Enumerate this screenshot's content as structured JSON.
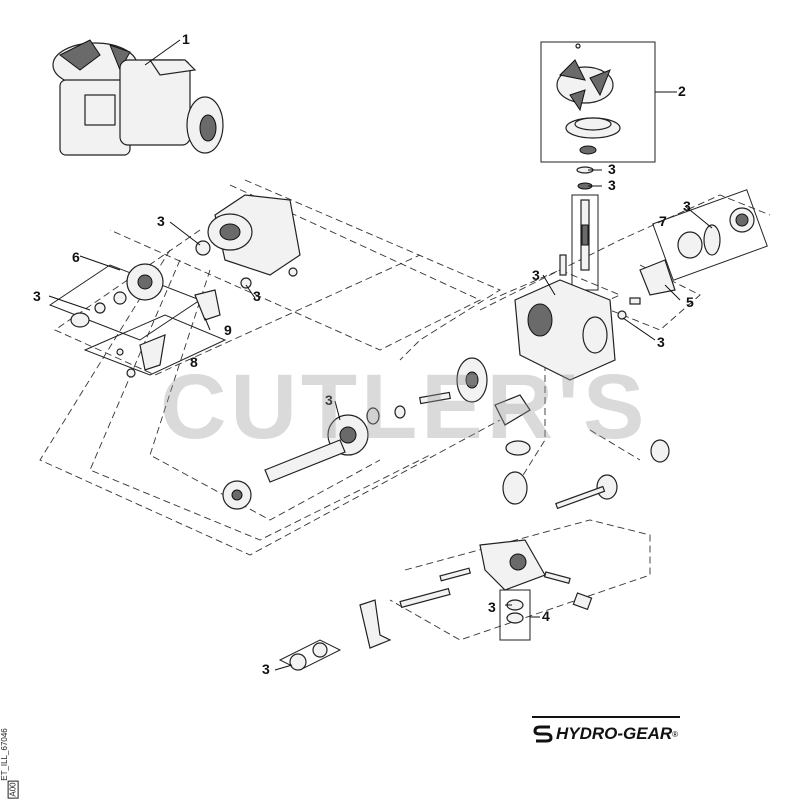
{
  "watermark": "CUTLER'S",
  "brand": {
    "name": "HYDRO-GEAR",
    "trademark": "®"
  },
  "drawing_ref": "ET_ILL_67046",
  "revision": "A00",
  "callouts": {
    "c1": "1",
    "c2": "2",
    "c3a": "3",
    "c3b": "3",
    "c3c": "3",
    "c3d": "3",
    "c3e": "3",
    "c3f": "3",
    "c3g": "3",
    "c3h": "3",
    "c3i": "3",
    "c3j": "3",
    "c3k": "3",
    "c4": "4",
    "c5": "5",
    "c6": "6",
    "c7": "7",
    "c8": "8",
    "c9": "9"
  }
}
